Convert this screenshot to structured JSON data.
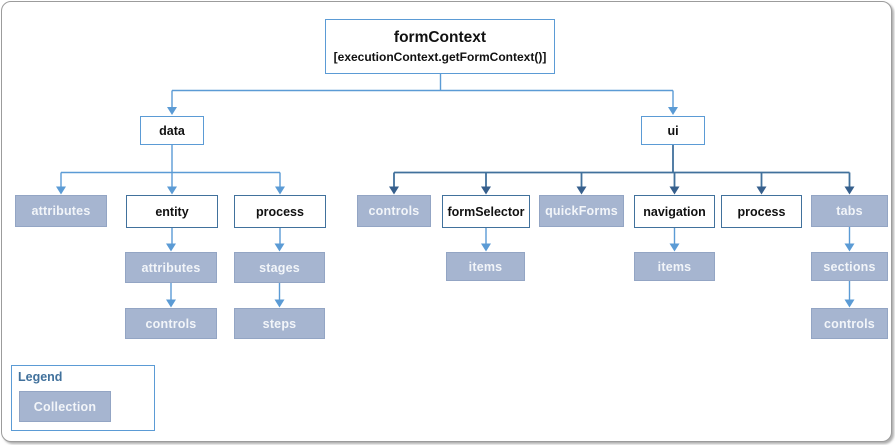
{
  "root": {
    "label": "formContext",
    "sublabel": "[executionContext.getFormContext()]"
  },
  "data_branch": {
    "data": "data",
    "attributes": "attributes",
    "entity": "entity",
    "process": "process",
    "entity_attributes": "attributes",
    "entity_controls": "controls",
    "process_stages": "stages",
    "process_steps": "steps"
  },
  "ui_branch": {
    "ui": "ui",
    "controls": "controls",
    "formSelector": "formSelector",
    "quickForms": "quickForms",
    "navigation": "navigation",
    "process": "process",
    "tabs": "tabs",
    "formSelector_items": "items",
    "navigation_items": "items",
    "tabs_sections": "sections",
    "tabs_controls": "controls"
  },
  "legend": {
    "title": "Legend",
    "collection_label": "Collection"
  },
  "colors": {
    "connector_light": "#5B9BD5",
    "connector_dark": "#41719C",
    "arrow_dark": "#365F8C",
    "collection_fill": "#A6B5D0",
    "collection_border": "#93A5C4",
    "collection_text": "#F2F5F9",
    "box_border_dark": "#41719C",
    "box_border_light": "#5B9BD5",
    "legend_title": "#41719C"
  }
}
